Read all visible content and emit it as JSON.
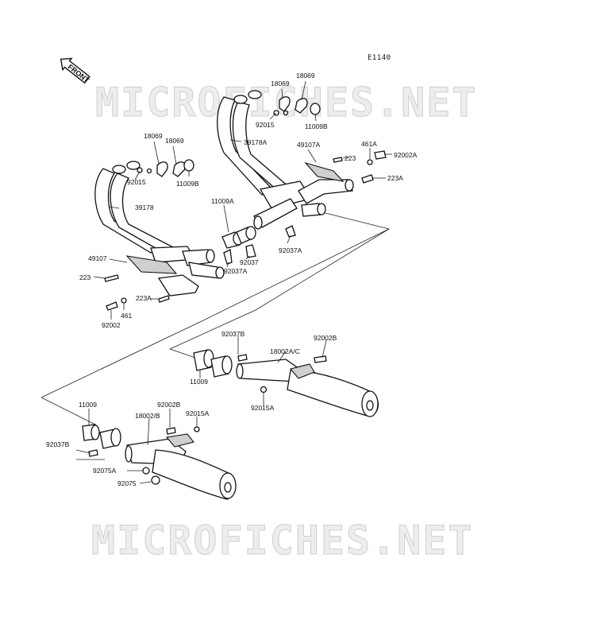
{
  "diagram": {
    "reference": "E1140",
    "front_label": "FRONT",
    "watermark": "MICROFICHES.NET",
    "parts": [
      {
        "id": "p-18069-rl",
        "label": "18069"
      },
      {
        "id": "p-18069-rr",
        "label": "18069"
      },
      {
        "id": "p-92015-r",
        "label": "92015"
      },
      {
        "id": "p-11009b-r",
        "label": "11009B"
      },
      {
        "id": "p-39178a",
        "label": "39178A"
      },
      {
        "id": "p-49107a",
        "label": "49107A"
      },
      {
        "id": "p-461a",
        "label": "461A"
      },
      {
        "id": "p-92002a",
        "label": "92002A"
      },
      {
        "id": "p-223-r",
        "label": "223"
      },
      {
        "id": "p-223a-r",
        "label": "223A"
      },
      {
        "id": "p-18069-ll",
        "label": "18069"
      },
      {
        "id": "p-18069-lr",
        "label": "18069"
      },
      {
        "id": "p-92015-l",
        "label": "92015"
      },
      {
        "id": "p-11009b-l",
        "label": "11009B"
      },
      {
        "id": "p-39178",
        "label": "39178"
      },
      {
        "id": "p-11009a",
        "label": "11009A"
      },
      {
        "id": "p-92037",
        "label": "92037"
      },
      {
        "id": "p-92037a-r",
        "label": "92037A"
      },
      {
        "id": "p-92037a-l",
        "label": "92037A"
      },
      {
        "id": "p-49107",
        "label": "49107"
      },
      {
        "id": "p-223-l",
        "label": "223"
      },
      {
        "id": "p-223a-l",
        "label": "223A"
      },
      {
        "id": "p-461",
        "label": "461"
      },
      {
        "id": "p-92002",
        "label": "92002"
      },
      {
        "id": "p-92037b-r",
        "label": "92037B"
      },
      {
        "id": "p-18002ac",
        "label": "18002A/C"
      },
      {
        "id": "p-92002b-r",
        "label": "92002B"
      },
      {
        "id": "p-11009-r",
        "label": "11009"
      },
      {
        "id": "p-92015a-r",
        "label": "92015A"
      },
      {
        "id": "p-11009-l",
        "label": "11009"
      },
      {
        "id": "p-18002b",
        "label": "18002/B"
      },
      {
        "id": "p-92002b-l",
        "label": "92002B"
      },
      {
        "id": "p-92015a-l",
        "label": "92015A"
      },
      {
        "id": "p-92037b-l",
        "label": "92037B"
      },
      {
        "id": "p-92075a",
        "label": "92075A"
      },
      {
        "id": "p-92075",
        "label": "92075"
      }
    ]
  }
}
